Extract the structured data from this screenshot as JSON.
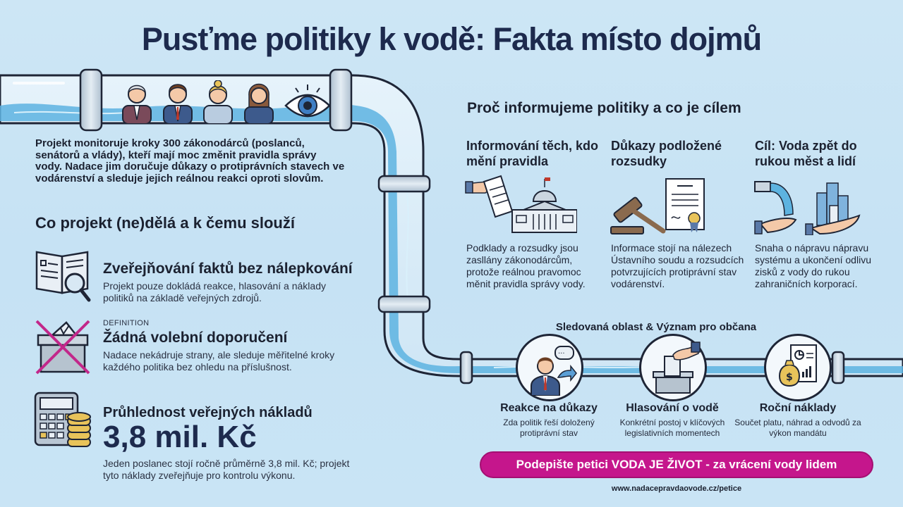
{
  "title": "Pusťme politiky k vodě: Fakta místo dojmů",
  "intro": "Projekt monitoruje kroky 300 zákonodárců (poslanců, senátorů a vlády), kteří mají moc změnit pravidla správy vody. Nadace jim doručuje důkazy o protiprávních stavech ve vodárenství a sleduje jejich reálnou reakci oproti slovům.",
  "left": {
    "heading": "Co projekt (ne)dělá a k čemu slouží",
    "features": [
      {
        "icon": "book-magnifier-icon",
        "tag": "",
        "title": "Zveřejňování faktů bez nálepkování",
        "desc": "Projekt pouze dokládá reakce, hlasování a náklady politiků na základě veřejných zdrojů."
      },
      {
        "icon": "crossed-ballot-box-icon",
        "tag": "DEFINITION",
        "title": "Žádná volební doporučení",
        "desc": "Nadace nekádruje strany, ale sleduje měřitelné kroky každého politika bez ohledu na příslušnost."
      },
      {
        "icon": "calculator-coins-icon",
        "tag": "",
        "title": "Průhlednost veřejných nákladů",
        "value": "3,8 mil. Kč",
        "desc": "Jeden poslanec stojí ročně průměrně 3,8 mil. Kč; projekt tyto náklady zveřejňuje pro kontrolu výkonu."
      }
    ]
  },
  "right": {
    "heading": "Proč informujeme politiky a co je cílem",
    "columns": [
      {
        "icon": "hand-document-parliament-icon",
        "title": "Informování těch, kdo mění pravidla",
        "desc": "Podklady a rozsudky jsou zasllány zákonodárcům, protože reálnou pravomoc měnit pravidla správy vody."
      },
      {
        "icon": "gavel-certificate-icon",
        "title": "Důkazy podložené rozsudky",
        "desc": "Informace stojí na nálezech Ústavního soudu a rozsudcích potvrzujících protiprávní stav vodárenství."
      },
      {
        "icon": "water-hands-city-icon",
        "title": "Cíl: Voda zpět do rukou měst a lidí",
        "desc": "Snaha o nápravu nápravu systému a ukončení odlivu zisků z vody do rukou zahraničních korporací."
      }
    ]
  },
  "tracking": {
    "heading": "Sledovaná oblast & Význam pro občana",
    "steps": [
      {
        "icon": "politician-speech-icon",
        "title": "Reakce na důkazy",
        "desc": "Zda politik řeší doložený protiprávní stav"
      },
      {
        "icon": "ballot-vote-icon",
        "title": "Hlasování o vodě",
        "desc": "Konkrétní postoj v klíčových legislativních momentech"
      },
      {
        "icon": "money-report-icon",
        "title": "Roční náklady",
        "desc": "Součet platu, náhrad a odvodů za výkon mandátu"
      }
    ]
  },
  "cta": {
    "label": "Podepište petici VODA JE ŽIVOT - za vrácení vody lidem",
    "url": "www.nadacepravdaovode.cz/petice"
  },
  "pipe_figures": [
    "older-man-icon",
    "man-red-tie-icon",
    "blonde-woman-icon",
    "brunette-woman-icon",
    "eye-icon"
  ],
  "colors": {
    "background": "#c8e3f5",
    "title": "#1d2a4d",
    "water": "#5db3e0",
    "pipe_outline": "#1e2536",
    "cta": "#c5168c",
    "cross": "#c2278a"
  }
}
